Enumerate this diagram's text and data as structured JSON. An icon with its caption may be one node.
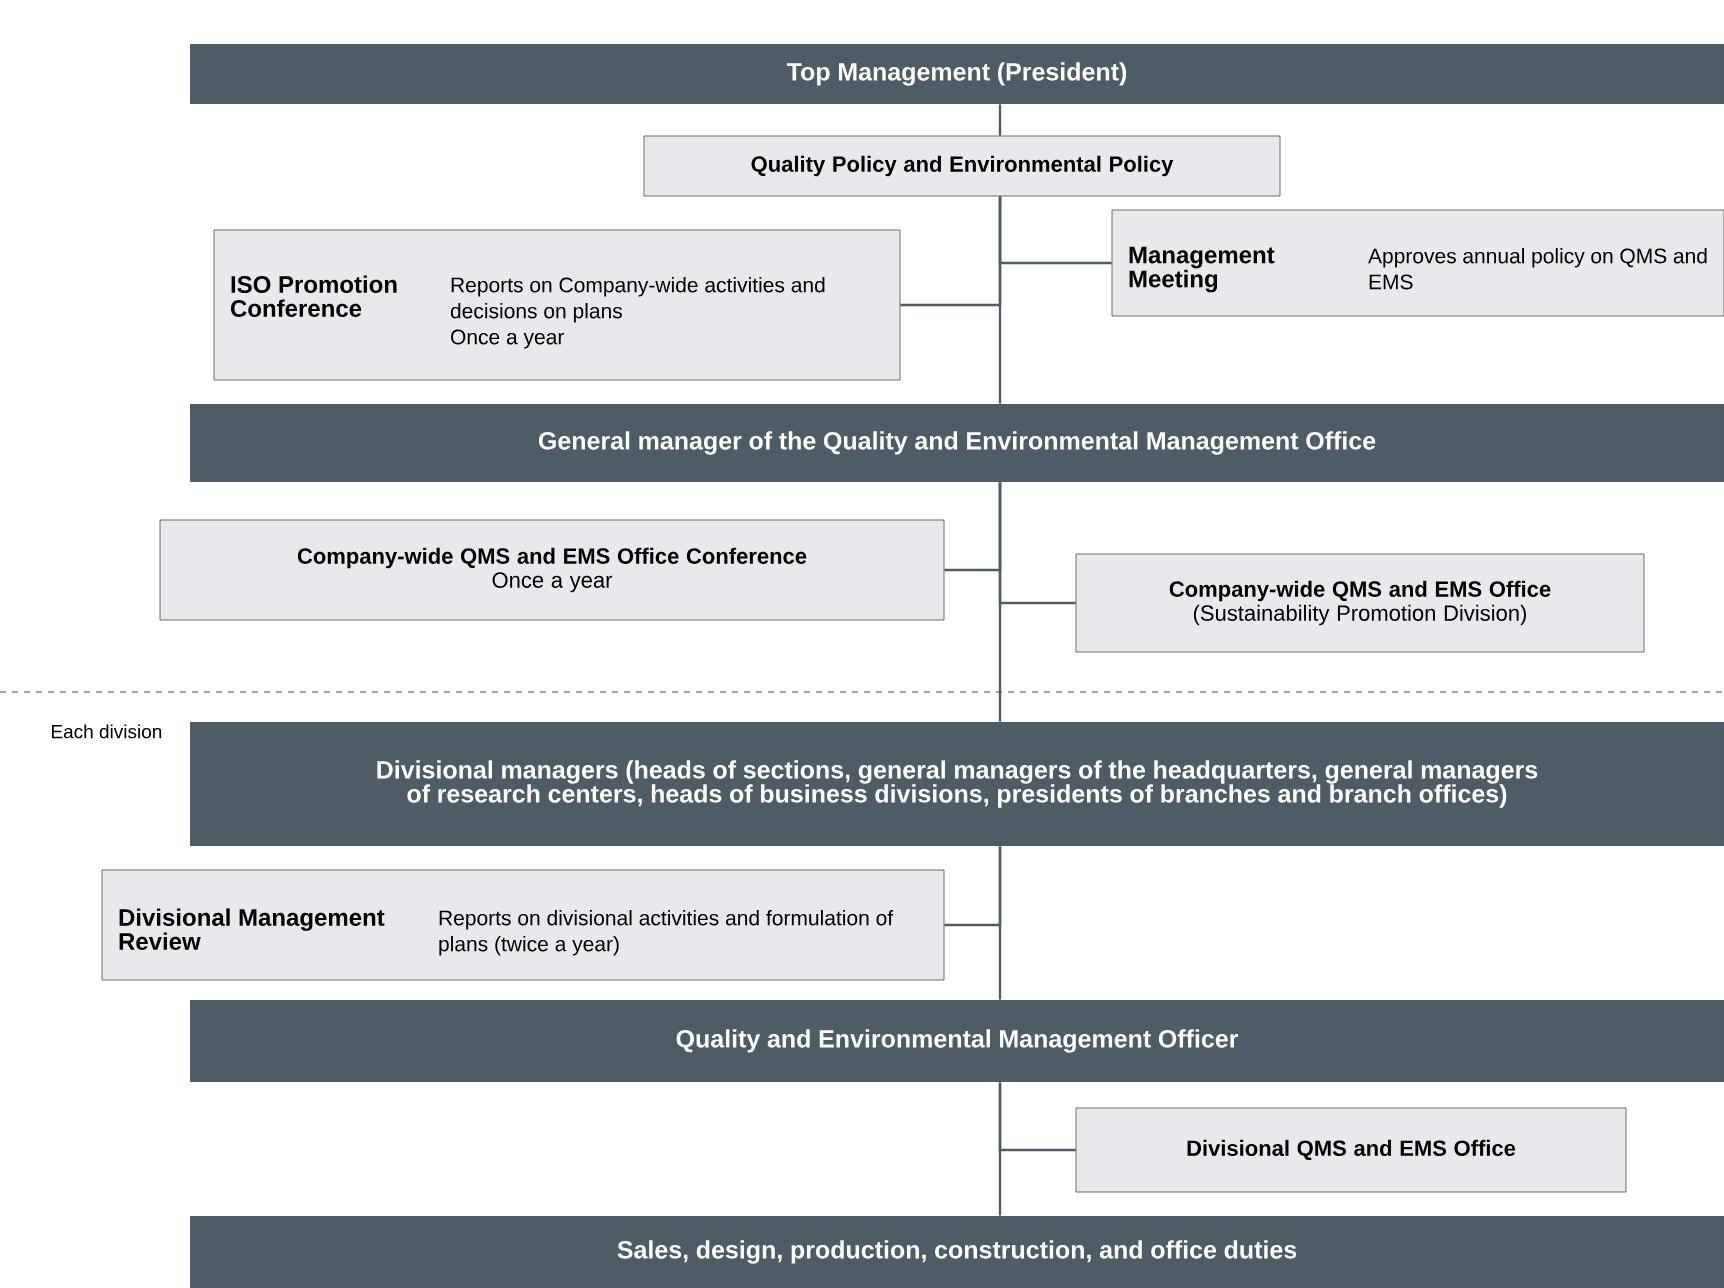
{
  "diagram": {
    "nodes": [
      {
        "text": [
          "Top Management (President)"
        ]
      },
      {
        "text": [
          "Quality Policy and Environmental Policy"
        ]
      },
      {
        "text": [
          "ISO Promotion Conference",
          "Reports on Company-wide activities and decisions on plans",
          "Once a year"
        ]
      },
      {
        "text": [
          "Management Meeting",
          "Approves annual policy on QMS and EMS"
        ]
      },
      {
        "text": [
          "General manager of the Quality and Environmental Management Office"
        ]
      },
      {
        "text": [
          "Company-wide QMS and EMS Office Conference",
          "Once a year"
        ]
      },
      {
        "text": [
          "Company-wide QMS and EMS Office",
          "(Sustainability Promotion Division)"
        ]
      },
      {
        "text": [
          "Divisional managers (heads of sections, general managers of the headquarters, general managers of research centers, heads of business divisions, presidents of branches and branch offices)"
        ]
      },
      {
        "text": [
          "Divisional Management Review",
          "Reports on divisional activities and formulation of plans (twice a year)"
        ]
      },
      {
        "text": [
          "Quality and Environmental Management Officer"
        ]
      },
      {
        "text": [
          "Divisional QMS and EMS Office"
        ]
      },
      {
        "text": [
          "Sales, design, production, construction, and office duties"
        ]
      }
    ],
    "edges": [
      {
        "from": 0,
        "to": 1,
        "arrow": "none"
      },
      {
        "from": 1,
        "to": 4,
        "arrow": "none"
      },
      {
        "from": 1,
        "to": 2,
        "arrow": "none"
      },
      {
        "from": 1,
        "to": 3,
        "arrow": "none"
      },
      {
        "from": 4,
        "to": 7,
        "arrow": "none"
      },
      {
        "from": 4,
        "to": 5,
        "arrow": "none"
      },
      {
        "from": 4,
        "to": 6,
        "arrow": "none"
      },
      {
        "from": 7,
        "to": 9,
        "arrow": "none"
      },
      {
        "from": 7,
        "to": 8,
        "arrow": "none"
      },
      {
        "from": 9,
        "to": 11,
        "arrow": "none"
      },
      {
        "from": 9,
        "to": 10,
        "arrow": "none"
      }
    ],
    "labels": [
      "Each division"
    ]
  }
}
